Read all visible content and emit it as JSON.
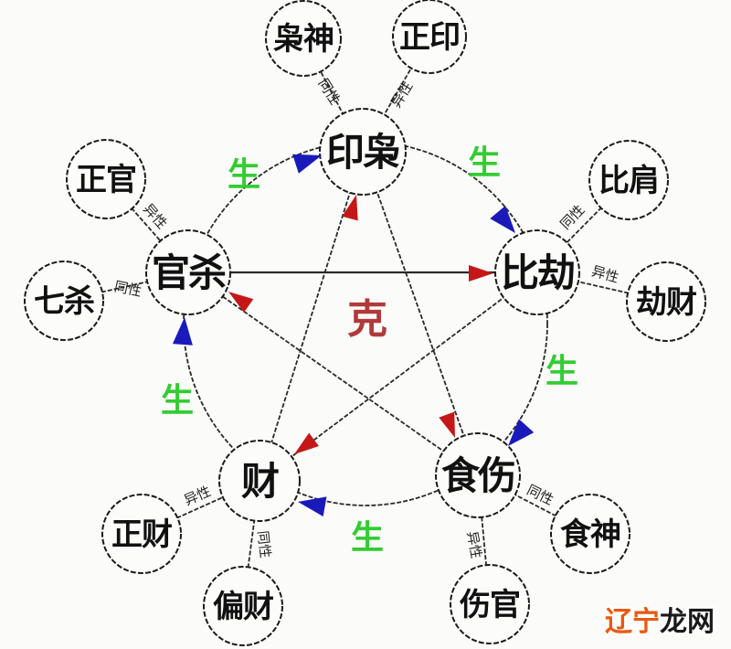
{
  "diagram": {
    "center_label": "克",
    "generate_label": "生",
    "main_nodes": [
      {
        "id": "yinxiao",
        "label": "印枭"
      },
      {
        "id": "bijie",
        "label": "比劫"
      },
      {
        "id": "shishang",
        "label": "食伤"
      },
      {
        "id": "cai",
        "label": "财"
      },
      {
        "id": "guansha",
        "label": "官杀"
      }
    ],
    "outer_nodes": [
      {
        "id": "xiaoshen",
        "label": "枭神",
        "relation": "同性",
        "connects_to": "印枭"
      },
      {
        "id": "zhengyin",
        "label": "正印",
        "relation": "异性",
        "connects_to": "印枭"
      },
      {
        "id": "zhengguan",
        "label": "正官",
        "relation": "异性",
        "connects_to": "官杀"
      },
      {
        "id": "qisha",
        "label": "七杀",
        "relation": "同性",
        "connects_to": "官杀"
      },
      {
        "id": "bijian",
        "label": "比肩",
        "relation": "同性",
        "connects_to": "比劫"
      },
      {
        "id": "jiecai",
        "label": "劫财",
        "relation": "异性",
        "connects_to": "比劫"
      },
      {
        "id": "shishen",
        "label": "食神",
        "relation": "同性",
        "connects_to": "食伤"
      },
      {
        "id": "shangguan",
        "label": "伤官",
        "relation": "异性",
        "connects_to": "食伤"
      },
      {
        "id": "zhengcai",
        "label": "正财",
        "relation": "异性",
        "connects_to": "财"
      },
      {
        "id": "piancai",
        "label": "偏财",
        "relation": "同性",
        "connects_to": "财"
      }
    ],
    "sheng_cycle": [
      "官杀→印枭",
      "印枭→比劫",
      "比劫→食伤",
      "食伤→财",
      "财→官杀"
    ],
    "ke_cycle": [
      "官杀→比劫",
      "比劫→财",
      "财→印枭",
      "印枭→食伤",
      "食伤→官杀"
    ],
    "watermark": {
      "part1": "辽宁",
      "part2": "龙网"
    },
    "colors": {
      "sheng_green": "#33cc33",
      "ke_red": "#b03a3a",
      "arrow_blue": "#1a1abb",
      "arrow_red": "#c41818",
      "watermark_orange": "#e8590f",
      "line": "#2a2a2a",
      "background": "#fbfbf9"
    }
  }
}
